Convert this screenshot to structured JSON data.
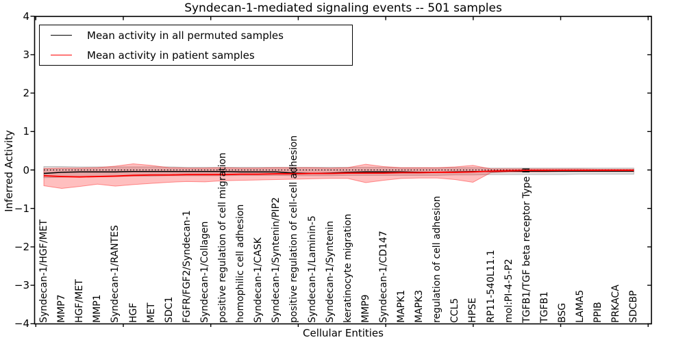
{
  "chart_data": {
    "type": "line",
    "title": "Syndecan-1-mediated signaling events -- 501 samples",
    "xlabel": "Cellular Entities",
    "ylabel": "Inferred Activity",
    "ylim": [
      -4,
      4
    ],
    "y_ticks": [
      4,
      3,
      2,
      1,
      0,
      -1,
      -2,
      -3,
      -4
    ],
    "grid": false,
    "legend_position": "upper left",
    "zero_reference_line": "dotted black line at y=0",
    "categories": [
      "Syndecan-1/HGF/MET",
      "MMP7",
      "HGF/MET",
      "MMP1",
      "Syndecan-1/RANTES",
      "HGF",
      "MET",
      "SDC1",
      "FGFR/FGF2/Syndecan-1",
      "Syndecan-1/Collagen",
      "positive regulation of cell migration",
      "homophilic cell adhesion",
      "Syndecan-1/CASK",
      "Syndecan-1/Syntenin/PIP2",
      "positive regulation of cell-cell adhesion",
      "Syndecan-1/Laminin-5",
      "Syndecan-1/Syntenin",
      "keratinocyte migration",
      "MMP9",
      "Syndecan-1/CD147",
      "MAPK1",
      "MAPK3",
      "regulation of cell adhesion",
      "CCL5",
      "HPSE",
      "RP11-540L11.1",
      "mol:PI-4-5-P2",
      "TGFB1/TGF beta receptor Type II",
      "TGFB1",
      "BSG",
      "LAMA5",
      "PPIB",
      "PRKACA",
      "SDCBP"
    ],
    "series": [
      {
        "name": "Mean activity in all permuted samples",
        "color": "#000000",
        "band_fill": "rgba(140,140,140,0.28)",
        "band_edge": "rgba(120,120,120,0.45)",
        "values": [
          -0.09,
          -0.06,
          -0.05,
          -0.05,
          -0.05,
          -0.04,
          -0.04,
          -0.04,
          -0.04,
          -0.04,
          -0.04,
          -0.05,
          -0.05,
          -0.05,
          -0.08,
          -0.09,
          -0.08,
          -0.06,
          -0.05,
          -0.05,
          -0.05,
          -0.06,
          -0.06,
          -0.05,
          -0.04,
          -0.04,
          -0.03,
          -0.03,
          -0.03,
          -0.03,
          -0.03,
          -0.03,
          -0.03,
          -0.03
        ],
        "band_upper": [
          0.09,
          0.09,
          0.08,
          0.08,
          0.08,
          0.08,
          0.08,
          0.08,
          0.07,
          0.07,
          0.07,
          0.07,
          0.07,
          0.07,
          0.07,
          0.07,
          0.07,
          0.07,
          0.07,
          0.07,
          0.06,
          0.06,
          0.06,
          0.06,
          0.06,
          0.05,
          0.05,
          0.05,
          0.05,
          0.05,
          0.05,
          0.05,
          0.05,
          0.05
        ],
        "band_lower": [
          -0.2,
          -0.19,
          -0.18,
          -0.18,
          -0.17,
          -0.16,
          -0.16,
          -0.15,
          -0.15,
          -0.15,
          -0.15,
          -0.14,
          -0.14,
          -0.14,
          -0.15,
          -0.15,
          -0.15,
          -0.14,
          -0.14,
          -0.14,
          -0.14,
          -0.14,
          -0.14,
          -0.13,
          -0.13,
          -0.12,
          -0.12,
          -0.12,
          -0.12,
          -0.12,
          -0.11,
          -0.11,
          -0.11,
          -0.11
        ]
      },
      {
        "name": "Mean activity in patient samples",
        "color": "#ff0000",
        "band_fill": "rgba(255,0,0,0.25)",
        "band_edge": "rgba(255,0,0,0.40)",
        "values": [
          -0.15,
          -0.17,
          -0.18,
          -0.17,
          -0.16,
          -0.14,
          -0.13,
          -0.13,
          -0.12,
          -0.12,
          -0.12,
          -0.11,
          -0.11,
          -0.1,
          -0.1,
          -0.09,
          -0.09,
          -0.08,
          -0.08,
          -0.08,
          -0.07,
          -0.07,
          -0.06,
          -0.06,
          -0.05,
          -0.03,
          -0.02,
          -0.01,
          -0.01,
          -0.01,
          -0.01,
          -0.01,
          -0.01,
          -0.01
        ],
        "band_upper": [
          0.04,
          0.05,
          0.05,
          0.06,
          0.1,
          0.16,
          0.12,
          0.06,
          0.05,
          0.05,
          0.06,
          0.05,
          0.05,
          0.06,
          0.06,
          0.06,
          0.05,
          0.06,
          0.15,
          0.09,
          0.06,
          0.06,
          0.06,
          0.08,
          0.12,
          0.03,
          0.03,
          0.03,
          0.03,
          0.03,
          0.03,
          0.02,
          0.02,
          0.02
        ],
        "band_lower": [
          -0.41,
          -0.48,
          -0.43,
          -0.37,
          -0.42,
          -0.38,
          -0.35,
          -0.32,
          -0.3,
          -0.31,
          -0.28,
          -0.27,
          -0.26,
          -0.25,
          -0.24,
          -0.23,
          -0.22,
          -0.22,
          -0.33,
          -0.27,
          -0.22,
          -0.21,
          -0.21,
          -0.25,
          -0.32,
          -0.07,
          -0.05,
          -0.05,
          -0.05,
          -0.04,
          -0.04,
          -0.04,
          -0.04,
          -0.04
        ]
      }
    ]
  }
}
